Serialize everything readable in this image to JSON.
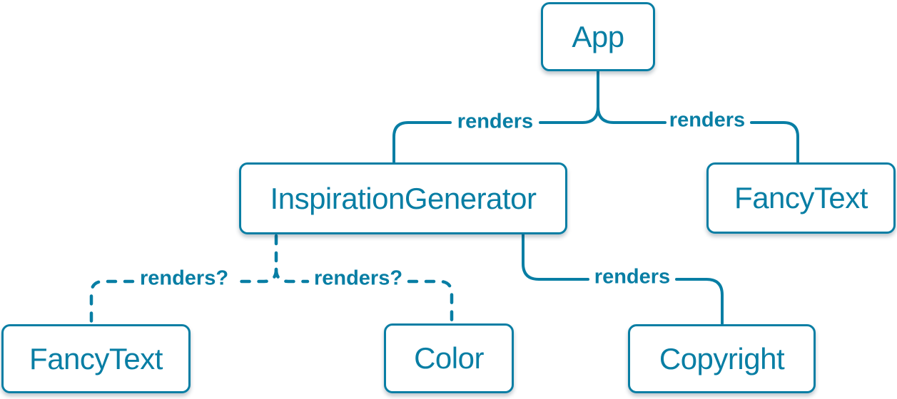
{
  "diagram": {
    "nodes": {
      "app": {
        "label": "App"
      },
      "inspiration_generator": {
        "label": "InspirationGenerator"
      },
      "fancy_text_top": {
        "label": "FancyText"
      },
      "fancy_text_bottom": {
        "label": "FancyText"
      },
      "color": {
        "label": "Color"
      },
      "copyright": {
        "label": "Copyright"
      }
    },
    "edges": {
      "app_to_inspiration_generator": {
        "label": "renders",
        "style": "solid"
      },
      "app_to_fancy_text": {
        "label": "renders",
        "style": "solid"
      },
      "inspiration_generator_to_fancy_text": {
        "label": "renders?",
        "style": "dashed"
      },
      "inspiration_generator_to_color": {
        "label": "renders?",
        "style": "dashed"
      },
      "inspiration_generator_to_copyright": {
        "label": "renders",
        "style": "solid"
      }
    },
    "colors": {
      "accent": "#087EA4",
      "node_background": "#FFFFFF",
      "page_background": "#FFFFFF"
    }
  }
}
